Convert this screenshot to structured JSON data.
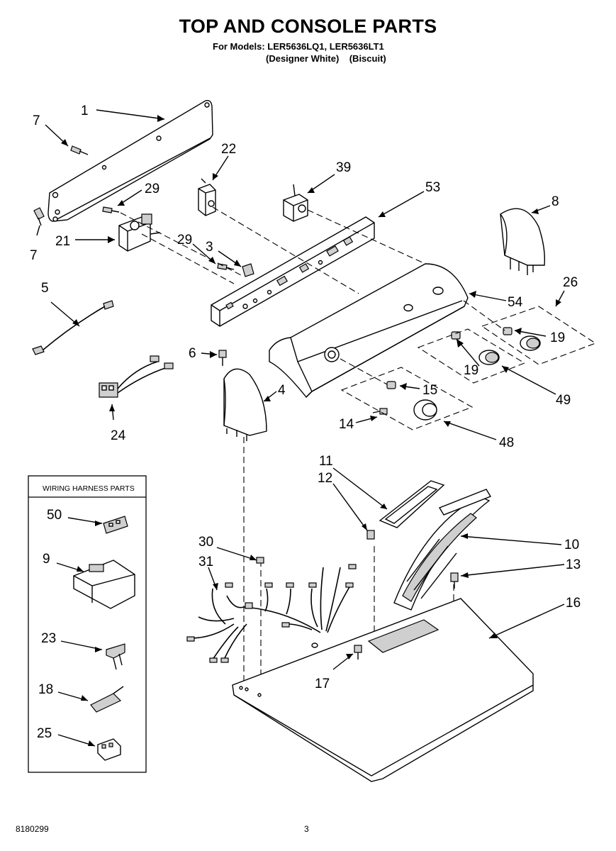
{
  "header": {
    "title": "TOP AND CONSOLE PARTS",
    "models_line": "For Models: LER5636LQ1, LER5636LT1",
    "colors_line": "(Designer White)    (Biscuit)"
  },
  "wiring_box": {
    "title": "WIRING HARNESS PARTS"
  },
  "callouts": {
    "c1": "1",
    "c7a": "7",
    "c7b": "7",
    "c22": "22",
    "c39": "39",
    "c53": "53",
    "c8": "8",
    "c29a": "29",
    "c29b": "29",
    "c21": "21",
    "c3": "3",
    "c5": "5",
    "c26": "26",
    "c54": "54",
    "c19a": "19",
    "c19b": "19",
    "c6": "6",
    "c4": "4",
    "c49": "49",
    "c15": "15",
    "c24": "24",
    "c14": "14",
    "c48": "48",
    "c11": "11",
    "c12": "12",
    "c10": "10",
    "c13": "13",
    "c16": "16",
    "c30": "30",
    "c31": "31",
    "c17": "17",
    "c50": "50",
    "c9": "9",
    "c23": "23",
    "c18": "18",
    "c25": "25"
  },
  "footer": {
    "doc_number": "8180299",
    "page_number": "3"
  }
}
